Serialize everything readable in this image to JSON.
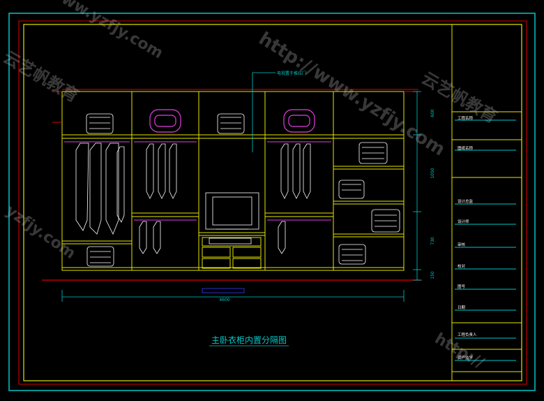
{
  "drawing": {
    "title": "主卧衣柜内置分隔图",
    "annotation_tv": "电视置于推拉门",
    "total_width": "4600",
    "dims_right": [
      "600",
      "1050",
      "730",
      "150"
    ]
  },
  "title_block": {
    "rows": [
      "工程名称",
      "图纸名称",
      "设计总监",
      "设计师",
      "审核",
      "校对",
      "图号",
      "日期",
      "工程负责人",
      "资产监学"
    ]
  },
  "watermarks": [
    "www.yzfjy.com",
    "云艺帆教育",
    "http://www.yzfjy.com",
    "yzfjy.com",
    "云艺帆教育",
    "http://"
  ],
  "colors": {
    "background": "#000000",
    "cyan": "#00c8c8",
    "red": "#e00000",
    "yellow": "#e6e600",
    "white": "#ffffff",
    "magenta": "#e040e0",
    "blue": "#3a3aff"
  }
}
